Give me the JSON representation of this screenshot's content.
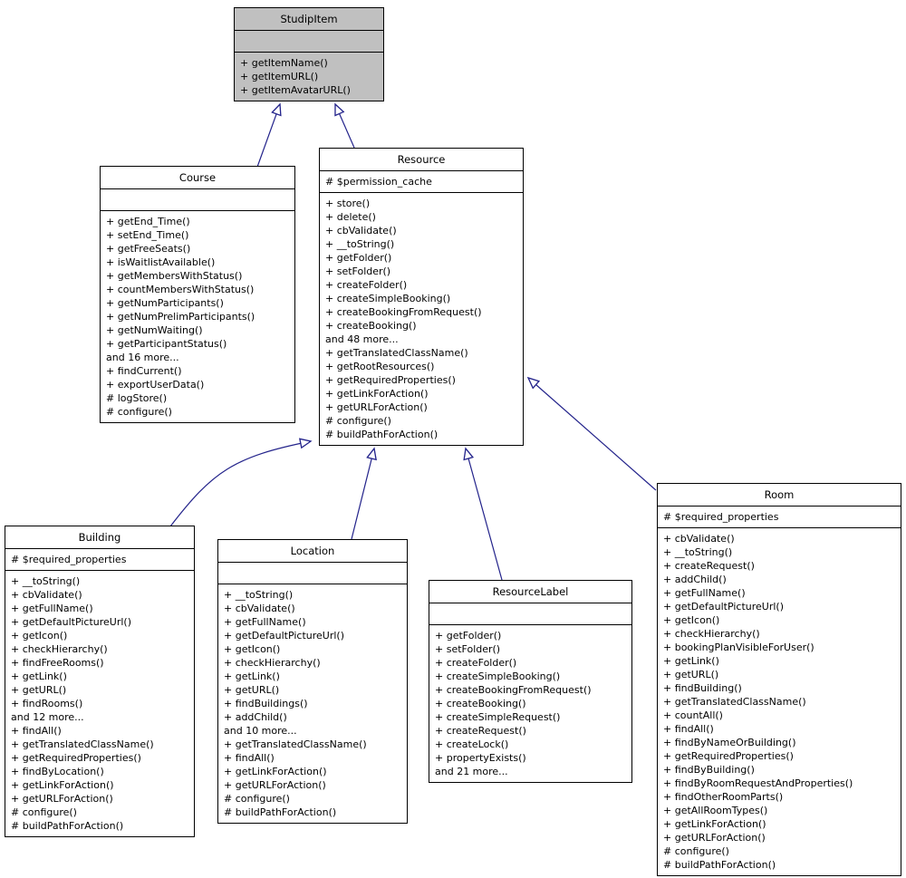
{
  "diagram": {
    "title": "StudipItem inheritance diagram",
    "type": "uml-class-inheritance",
    "colors": {
      "arrow": "#23238b",
      "base_class_fill": "#c0c0c0",
      "class_fill": "#ffffff",
      "border": "#000000"
    }
  },
  "classes": [
    {
      "name": "StudipItem",
      "attributes": [],
      "methods": [
        "+ getItemName()",
        "+ getItemURL()",
        "+ getItemAvatarURL()"
      ]
    },
    {
      "name": "Course",
      "attributes": [],
      "methods": [
        "+ getEnd_Time()",
        "+ setEnd_Time()",
        "+ getFreeSeats()",
        "+ isWaitlistAvailable()",
        "+ getMembersWithStatus()",
        "+ countMembersWithStatus()",
        "+ getNumParticipants()",
        "+ getNumPrelimParticipants()",
        "+ getNumWaiting()",
        "+ getParticipantStatus()",
        "and 16 more...",
        "+ findCurrent()",
        "+ exportUserData()",
        "# logStore()",
        "# configure()"
      ]
    },
    {
      "name": "Resource",
      "attributes": [
        "# $permission_cache"
      ],
      "methods": [
        "+ store()",
        "+ delete()",
        "+ cbValidate()",
        "+ __toString()",
        "+ getFolder()",
        "+ setFolder()",
        "+ createFolder()",
        "+ createSimpleBooking()",
        "+ createBookingFromRequest()",
        "+ createBooking()",
        "and 48 more...",
        "+ getTranslatedClassName()",
        "+ getRootResources()",
        "+ getRequiredProperties()",
        "+ getLinkForAction()",
        "+ getURLForAction()",
        "# configure()",
        "# buildPathForAction()"
      ]
    },
    {
      "name": "Building",
      "attributes": [
        "# $required_properties"
      ],
      "methods": [
        "+ __toString()",
        "+ cbValidate()",
        "+ getFullName()",
        "+ getDefaultPictureUrl()",
        "+ getIcon()",
        "+ checkHierarchy()",
        "+ findFreeRooms()",
        "+ getLink()",
        "+ getURL()",
        "+ findRooms()",
        "and 12 more...",
        "+ findAll()",
        "+ getTranslatedClassName()",
        "+ getRequiredProperties()",
        "+ findByLocation()",
        "+ getLinkForAction()",
        "+ getURLForAction()",
        "# configure()",
        "# buildPathForAction()"
      ]
    },
    {
      "name": "Location",
      "attributes": [],
      "methods": [
        "+ __toString()",
        "+ cbValidate()",
        "+ getFullName()",
        "+ getDefaultPictureUrl()",
        "+ getIcon()",
        "+ checkHierarchy()",
        "+ getLink()",
        "+ getURL()",
        "+ findBuildings()",
        "+ addChild()",
        "and 10 more...",
        "+ getTranslatedClassName()",
        "+ findAll()",
        "+ getLinkForAction()",
        "+ getURLForAction()",
        "# configure()",
        "# buildPathForAction()"
      ]
    },
    {
      "name": "ResourceLabel",
      "attributes": [],
      "methods": [
        "+ getFolder()",
        "+ setFolder()",
        "+ createFolder()",
        "+ createSimpleBooking()",
        "+ createBookingFromRequest()",
        "+ createBooking()",
        "+ createSimpleRequest()",
        "+ createRequest()",
        "+ createLock()",
        "+ propertyExists()",
        "and 21 more..."
      ]
    },
    {
      "name": "Room",
      "attributes": [
        "# $required_properties"
      ],
      "methods": [
        "+ cbValidate()",
        "+ __toString()",
        "+ createRequest()",
        "+ addChild()",
        "+ getFullName()",
        "+ getDefaultPictureUrl()",
        "+ getIcon()",
        "+ checkHierarchy()",
        "+ bookingPlanVisibleForUser()",
        "+ getLink()",
        "+ getURL()",
        "+ findBuilding()",
        "+ getTranslatedClassName()",
        "+ countAll()",
        "+ findAll()",
        "+ findByNameOrBuilding()",
        "+ getRequiredProperties()",
        "+ findByBuilding()",
        "+ findByRoomRequestAndProperties()",
        "+ findOtherRoomParts()",
        "+ getAllRoomTypes()",
        "+ getLinkForAction()",
        "+ getURLForAction()",
        "# configure()",
        "# buildPathForAction()"
      ]
    }
  ],
  "relations": [
    {
      "from": "Course",
      "to": "StudipItem",
      "type": "generalization"
    },
    {
      "from": "Resource",
      "to": "StudipItem",
      "type": "generalization"
    },
    {
      "from": "Building",
      "to": "Resource",
      "type": "generalization"
    },
    {
      "from": "Location",
      "to": "Resource",
      "type": "generalization"
    },
    {
      "from": "ResourceLabel",
      "to": "Resource",
      "type": "generalization"
    },
    {
      "from": "Room",
      "to": "Resource",
      "type": "generalization"
    }
  ]
}
